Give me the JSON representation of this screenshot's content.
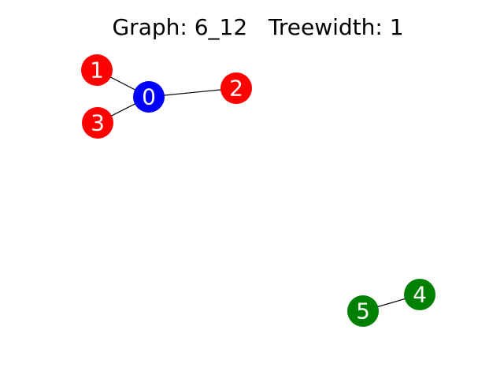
{
  "title": "Graph: 6_12   Treewidth: 1",
  "colors": {
    "red": "#ff0000",
    "blue": "#0000ff",
    "green": "#008000",
    "edge": "#000000",
    "label": "#ffffff"
  },
  "graph": {
    "nodes": [
      {
        "id": "0",
        "label": "0",
        "color": "#0000ff"
      },
      {
        "id": "1",
        "label": "1",
        "color": "#ff0000"
      },
      {
        "id": "2",
        "label": "2",
        "color": "#ff0000"
      },
      {
        "id": "3",
        "label": "3",
        "color": "#ff0000"
      },
      {
        "id": "4",
        "label": "4",
        "color": "#008000"
      },
      {
        "id": "5",
        "label": "5",
        "color": "#008000"
      }
    ],
    "edges": [
      {
        "source": "0",
        "target": "1"
      },
      {
        "source": "0",
        "target": "2"
      },
      {
        "source": "0",
        "target": "3"
      },
      {
        "source": "4",
        "target": "5"
      }
    ]
  }
}
